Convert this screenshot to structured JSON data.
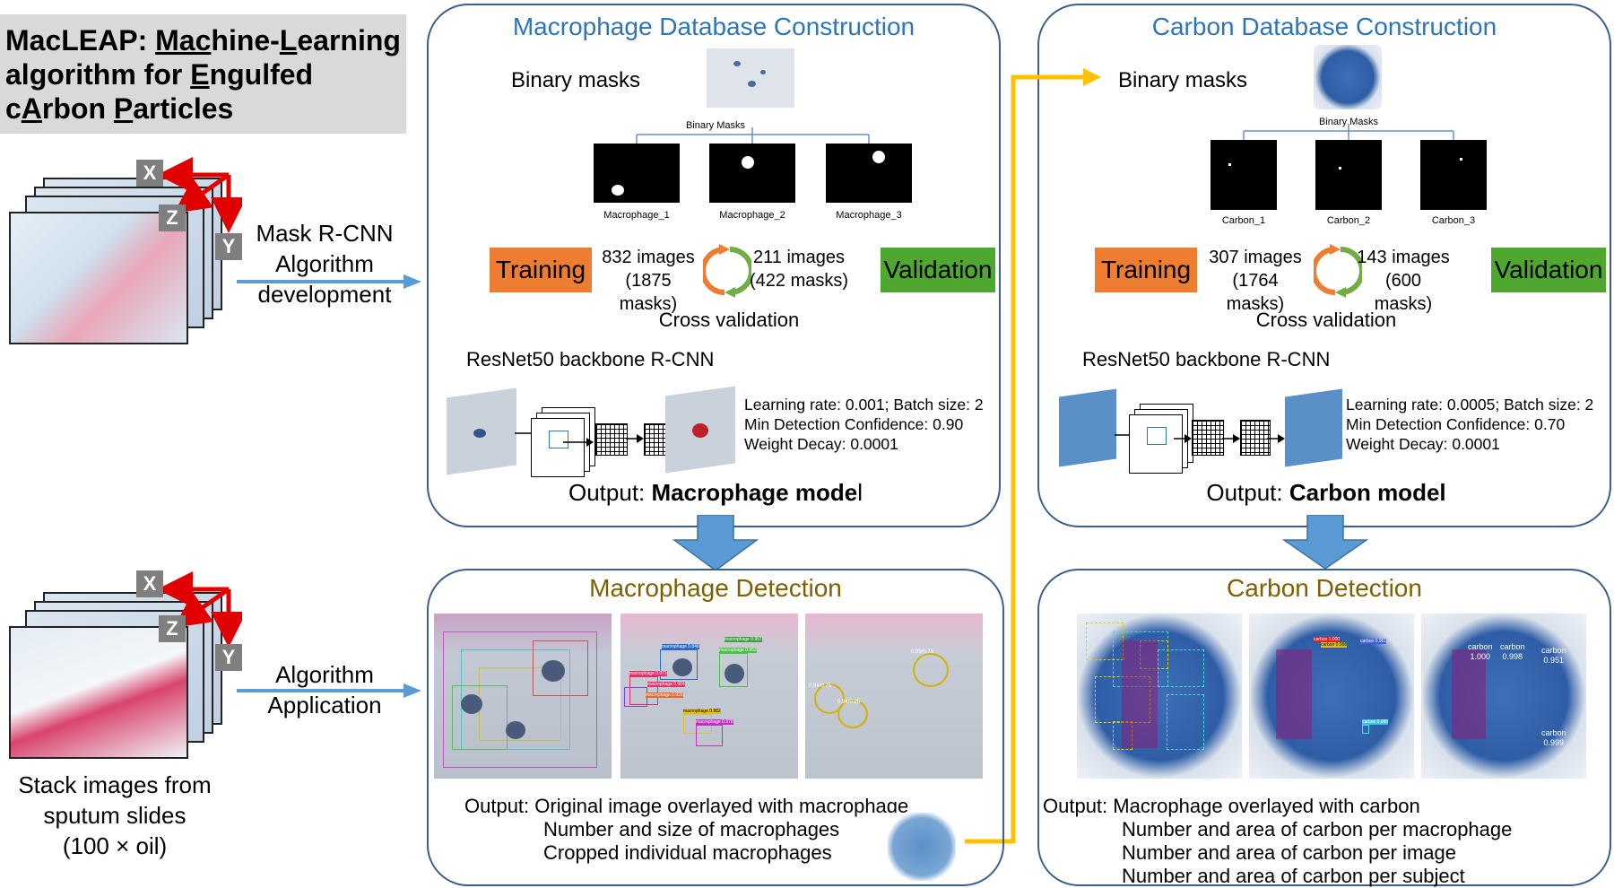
{
  "title": {
    "prefix": "MacLEAP: ",
    "line1": [
      {
        "u": "Mac",
        "t": "hine-"
      },
      {
        "u": "L",
        "t": "earning"
      }
    ],
    "line2_a": "algorithm for ",
    "line2_u": "E",
    "line2_b": "ngulfed",
    "line3_a": "c",
    "line3_u": "A",
    "line3_b": "rbon ",
    "line3_u2": "P",
    "line3_c": "articles"
  },
  "left": {
    "axis_x": "X",
    "axis_y": "Y",
    "axis_z": "Z",
    "dev_label_1": "Mask R-CNN",
    "dev_label_2": "Algorithm",
    "dev_label_3": "development",
    "app_label_1": "Algorithm",
    "app_label_2": "Application",
    "stack_caption_1": "Stack images from",
    "stack_caption_2": "sputum slides",
    "stack_caption_3": "(100 × oil)"
  },
  "macro_db": {
    "title": "Macrophage Database Construction",
    "binary_masks": "Binary masks",
    "tree_label": "Binary Masks",
    "masks": [
      "Macrophage_1",
      "Macrophage_2",
      "Macrophage_3"
    ],
    "training": "Training",
    "validation": "Validation",
    "train_images": "832 images",
    "train_masks": "(1875 masks)",
    "val_images": "211 images",
    "val_masks": "(422 masks)",
    "cross_validation": "Cross validation",
    "backbone": "ResNet50 backbone R-CNN",
    "param_1": "Learning rate: 0.001; Batch size: 2",
    "param_2": "Min Detection Confidence: 0.90",
    "param_3": "Weight Decay: 0.0001",
    "output_prefix": "Output: ",
    "output_bold": "Macrophage mode",
    "output_tail": "l"
  },
  "carbon_db": {
    "title": "Carbon Database Construction",
    "binary_masks": "Binary masks",
    "tree_label": "Binary Masks",
    "masks": [
      "Carbon_1",
      "Carbon_2",
      "Carbon_3"
    ],
    "training": "Training",
    "validation": "Validation",
    "train_images": "307 images",
    "train_masks": "(1764 masks)",
    "val_images": "143 images",
    "val_masks": "(600 masks)",
    "cross_validation": "Cross validation",
    "backbone": "ResNet50 backbone R-CNN",
    "param_1": "Learning rate: 0.0005; Batch size: 2",
    "param_2": "Min Detection Confidence: 0.70",
    "param_3": "Weight Decay: 0.0001",
    "output_prefix": "Output: ",
    "output_bold": "Carbon model"
  },
  "macro_det": {
    "title": "Macrophage Detection",
    "out_1": "Output: Original image overlayed with macrophage",
    "out_2": "Number and size of macrophages",
    "out_3": "Cropped individual macrophages",
    "labels": [
      "macrophage 0.846",
      "macrophage 0.953",
      "macrophage 0.957",
      "macrophage 0.971",
      "macrophage 0.964",
      "macrophage 0.926",
      "macrophage 0.982",
      "macrophage 0.978"
    ],
    "score_labels": [
      "0.95/0.73",
      "0.94/0.75",
      "0.94/0.95"
    ]
  },
  "carbon_det": {
    "title": "Carbon Detection",
    "out_1": "Output: Macrophage overlayed with carbon",
    "out_2": "Number and area of carbon per macrophage",
    "out_3": "Number and area of carbon per image",
    "out_4": "Number and area of carbon per subject",
    "labels": [
      "carbon 1.000",
      "carbon 0.998",
      "carbon 0.951",
      "carbon 0.999"
    ],
    "score_labels": [
      "carbon",
      "1.000",
      "carbon",
      "0.998",
      "carbon",
      "0.951",
      "carbon",
      "0.999"
    ]
  },
  "colors": {
    "panel_border": "#3a5f8a",
    "arrow_blue": "#5b9bd5",
    "arrow_yellow": "#ffc000",
    "red_axis": "#e00000",
    "training": "#ed7d31",
    "validation": "#4ea72e"
  }
}
